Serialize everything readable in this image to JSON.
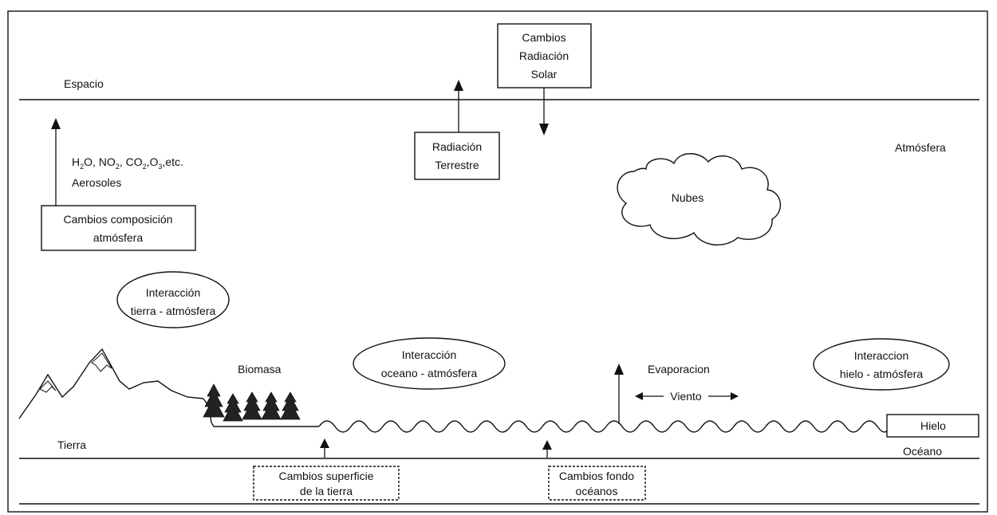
{
  "regions": {
    "space": "Espacio",
    "atmosphere": "Atmósfera",
    "land": "Tierra",
    "ocean": "Océano"
  },
  "boxes": {
    "solar_radiation": [
      "Cambios",
      "Radiación",
      "Solar"
    ],
    "terrestrial_radiation": [
      "Radiación",
      "Terrestre"
    ],
    "composition_changes": [
      "Cambios composición",
      "atmósfera"
    ],
    "land_surface_changes": [
      "Cambios superficie",
      "de la tierra"
    ],
    "ocean_floor_changes": [
      "Cambios fondo",
      "océanos"
    ],
    "ice": "Hielo"
  },
  "gases": {
    "h": "H",
    "sub2a": "2",
    "o_no": "O, NO",
    "sub2b": "2",
    "comma_co": ", CO",
    "sub2c": "2",
    "comma_o": ",O",
    "sub3": "3",
    "etc": ",etc.",
    "aerosols": "Aerosoles"
  },
  "clouds": "Nubes",
  "biomass": "Biomasa",
  "evaporation": "Evaporacion",
  "wind": "Viento",
  "interactions": {
    "land_atmosphere": [
      "Interacción",
      "tierra - atmósfera"
    ],
    "ocean_atmosphere": [
      "Interacción",
      "oceano -  atmósfera"
    ],
    "ice_atmosphere": [
      "Interaccion",
      "hielo - atmósfera"
    ]
  }
}
